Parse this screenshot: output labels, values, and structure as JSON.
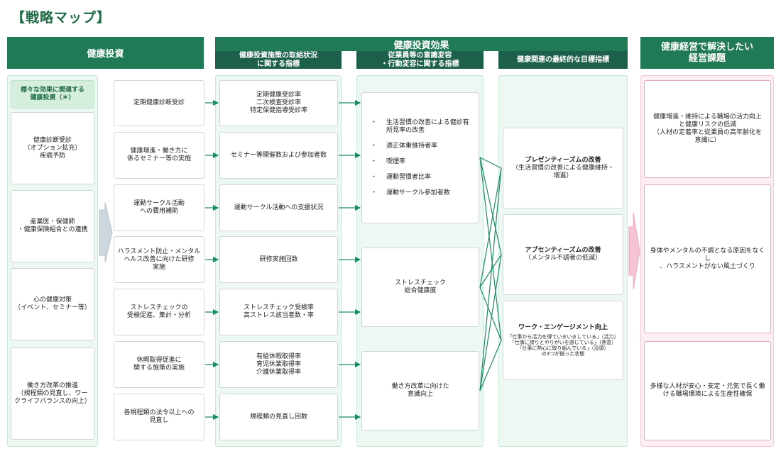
{
  "title": "【戦略マップ】",
  "headers": {
    "investment": "健康投資",
    "effect": "健康投資効果",
    "sub_status": "健康投資施策の取組状況\nに関する指標",
    "sub_awareness": "従業員等の意識変容\n・行動変容に関する指標",
    "sub_final": "健康関連の最終的な目標指標",
    "issues": "健康経営で解決したい\n経営課題"
  },
  "categories": {
    "label": "様々な効果に関連する\n健康投資（＊）",
    "items": [
      "健康診断受診\n（オプション拡充）\n疾病予防",
      "産業医・保健師\n・健康保険組合との連携",
      "心の健康対策\n（イベント、セミナー等）",
      "働き方改革の推進\n（規程類の見直し、ワー\nクライフバランスの向上）"
    ]
  },
  "measures": [
    "定期健康診断受診",
    "健康増進・働き方に\n係るセミナー等の実施",
    "運動サークル活動\nへの費用補助",
    "ハラスメント防止・メンタル\nヘルス改善に向けた研修\n実施",
    "ストレスチェックの\n受検促進、集計・分析",
    "休暇取得促進に\n関する施策の実施",
    "各規程類の法令以上への\n見直し"
  ],
  "status_indicators": [
    "定期健康受診率\n二次検査受診率\n特定保健指導受診率",
    "セミナー等開催数および参加者数",
    "運動サークル活動への支援状況",
    "研修実施回数",
    "ストレスチェック受検率\n高ストレス該当者数・率",
    "有給休暇取得率\n育児休業取得率\n介護休業取得率",
    "規程類の見直し回数"
  ],
  "awareness": {
    "bullets": [
      "生活習慣の改善による健診有\n所見率の改善",
      "適正体重維持者率",
      "喫煙率",
      "運動習慣者比率",
      "運動サークル参加者数"
    ],
    "stress": "ストレスチェック\n総合健康度",
    "workstyle": "働き方改革に向けた\n意識向上"
  },
  "final": {
    "presenteeism_title": "プレゼンティーズムの改善",
    "presenteeism_desc": "（生活習慣の改善による健康維持・\n増進）",
    "absenteeism_title": "アブセンティーズムの改善",
    "absenteeism_desc": "（メンタル不調者の低減）",
    "engagement_title": "ワーク・エンゲージメント向上",
    "engagement_lines": [
      "「仕事から活力を得ていきいきしている」（活力）",
      "「仕事に誇りとやりがいを感じている」（熱意）",
      "「仕事に熱心に取り組んでいる」（没頭）",
      "の3つが揃った状態"
    ]
  },
  "issues": [
    "健康増進・維持による職場の活力向上\nと健康リスクの低減\n（人材の定着率と従業員の高年齢化を\n意識に）",
    "身体やメンタルの不調となる原因をなくし\n、ハラスメントがない風土づくり",
    "多様な人材が安心・安定・元気で長く働\nける職場環境による生産性確保"
  ],
  "colors": {
    "header": "#1f7a55",
    "subheader": "#1c5f4a",
    "arrow": "#1f8a66",
    "panel": "#eef8f2",
    "pink_panel": "#fdeef3"
  }
}
